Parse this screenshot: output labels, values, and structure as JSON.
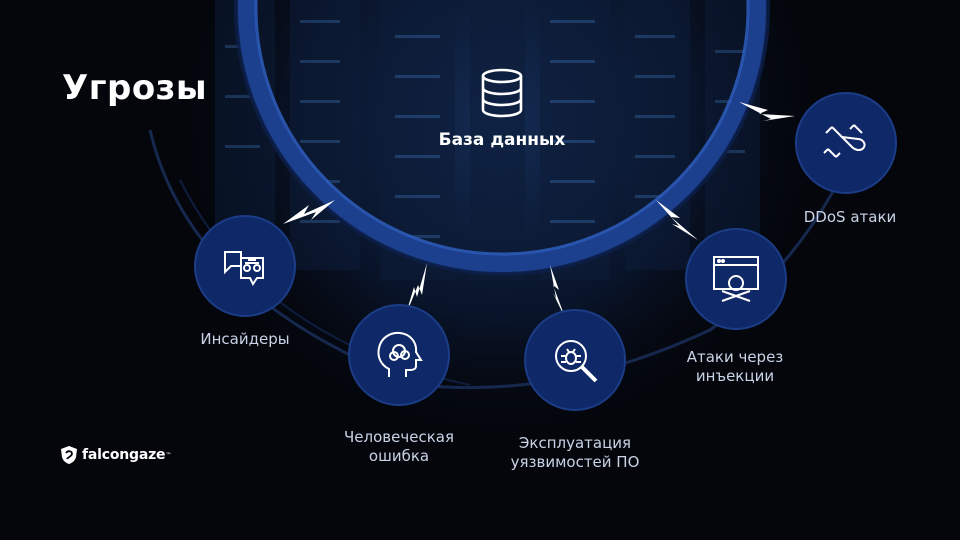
{
  "title": "Угрозы",
  "center": {
    "label": "База данных",
    "icon": "database-icon"
  },
  "threats": [
    {
      "label": "Инсайдеры",
      "icon": "spy-chat-icon"
    },
    {
      "label": "Человеческая\nошибка",
      "icon": "head-brain-icon"
    },
    {
      "label": "Эксплуатация\nуязвимостей ПО",
      "icon": "bug-magnifier-icon"
    },
    {
      "label": "Атаки через\nинъекции",
      "icon": "skull-browser-icon"
    },
    {
      "label": "DDoS атаки",
      "icon": "missiles-icon"
    }
  ],
  "logo": {
    "text": "falcongaze",
    "mark": "™"
  },
  "colors": {
    "ring": "#1c3f8e",
    "node": "#0f2868",
    "accent": "#2f63c8",
    "background": "#04060c"
  }
}
